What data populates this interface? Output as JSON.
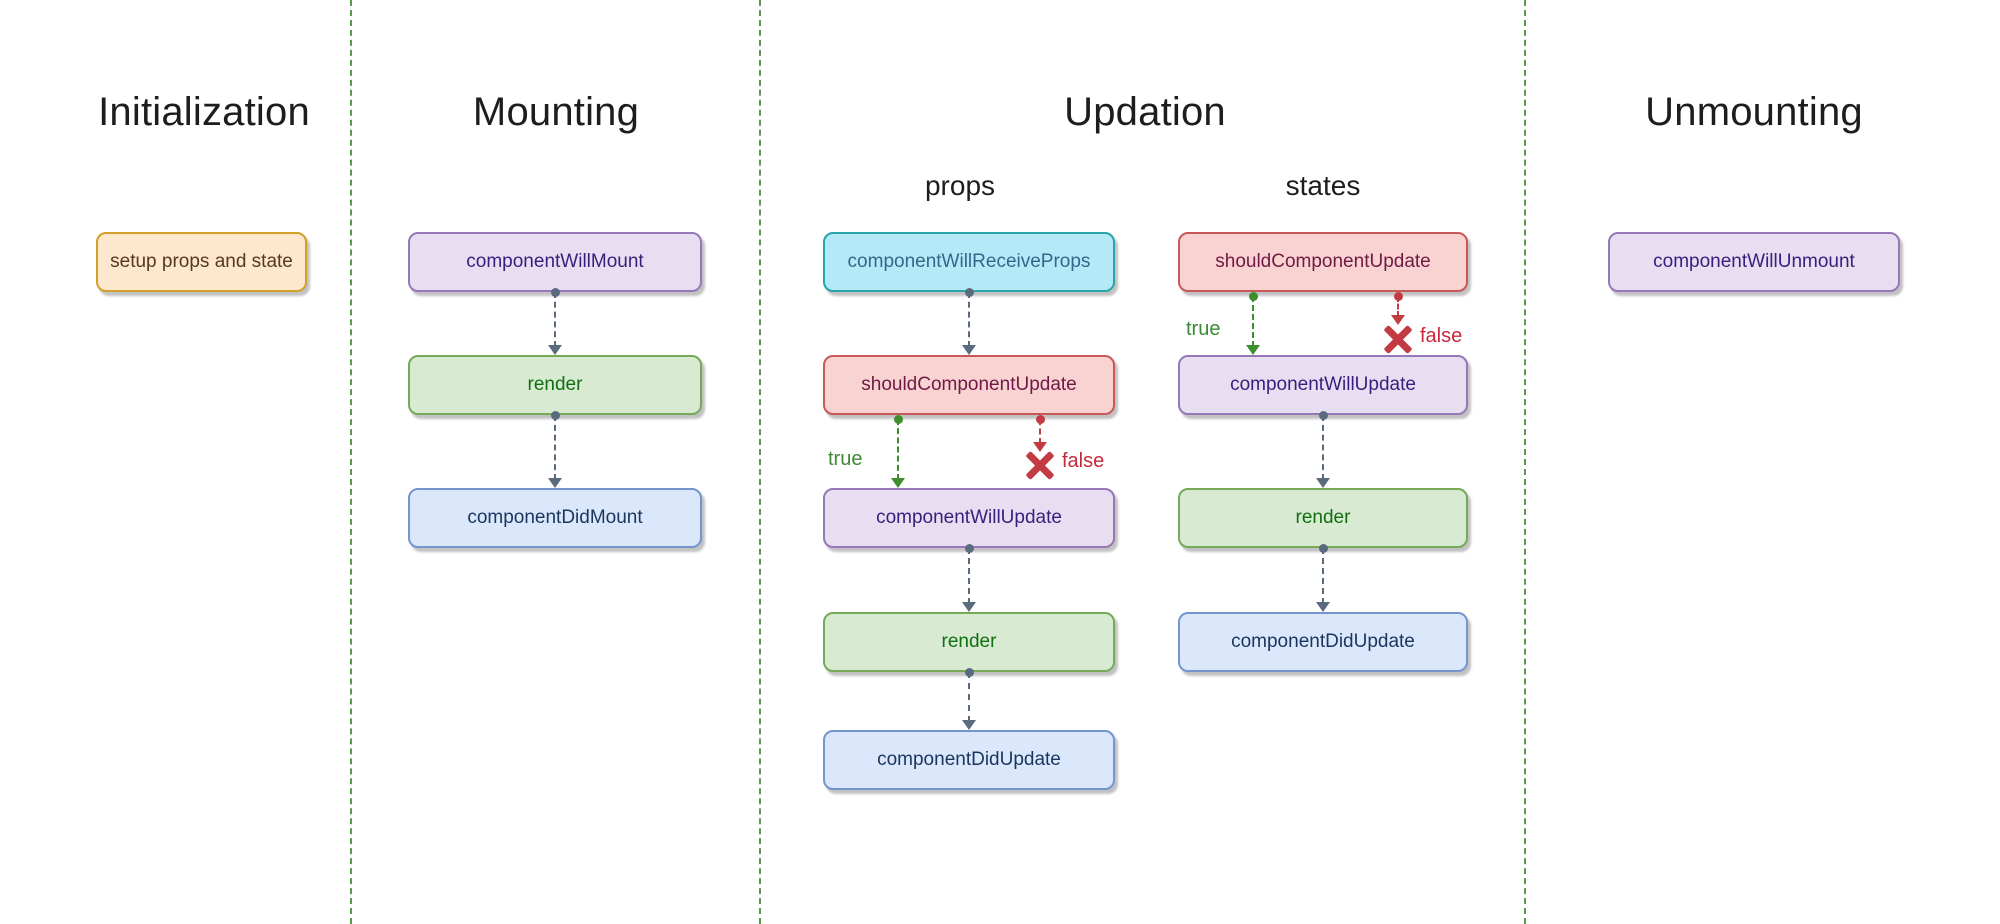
{
  "sections": {
    "initialization": {
      "title": "Initialization"
    },
    "mounting": {
      "title": "Mounting"
    },
    "updation": {
      "title": "Updation",
      "columns": {
        "props": "props",
        "states": "states"
      }
    },
    "unmounting": {
      "title": "Unmounting"
    }
  },
  "nodes": {
    "setup": {
      "label": "setup props and state"
    },
    "will_mount": {
      "label": "componentWillMount"
    },
    "render": {
      "label": "render"
    },
    "did_mount": {
      "label": "componentDidMount"
    },
    "will_receive_props": {
      "label": "componentWillReceiveProps"
    },
    "should_update": {
      "label": "shouldComponentUpdate"
    },
    "will_update": {
      "label": "componentWillUpdate"
    },
    "did_update": {
      "label": "componentDidUpdate"
    },
    "will_unmount": {
      "label": "componentWillUnmount"
    }
  },
  "branch_labels": {
    "true_label": "true",
    "false_label": "false"
  },
  "colors": {
    "heading": "#1d1d1d",
    "divider-green": "#5b9a4d",
    "edge-gray": "#5a6b80",
    "edge-green": "#3e8e2d",
    "edge-red": "#c23b42",
    "label-true": "#3c8a33",
    "label-false": "#c5293c",
    "c-orange-bg": "#fde8ce",
    "c-orange-border": "#d2a02b",
    "c-orange-text": "#57391d",
    "c-purple-bg": "#e7def1",
    "c-purple-border": "#9678b8",
    "c-purple-text": "#3a1d7d",
    "c-green-bg": "#d8ead2",
    "c-green-border": "#74aa58",
    "c-green-text": "#10700f",
    "c-blue-bg": "#dbe8fc",
    "c-blue-border": "#7595ce",
    "c-blue-text": "#1a355e",
    "c-cyan-bg": "#b4eaf8",
    "c-cyan-border": "#2aa4a8",
    "c-cyan-text": "#35678a",
    "c-red-bg": "#f9d3d2",
    "c-red-border": "#c75a59",
    "c-red-text": "#701945"
  }
}
